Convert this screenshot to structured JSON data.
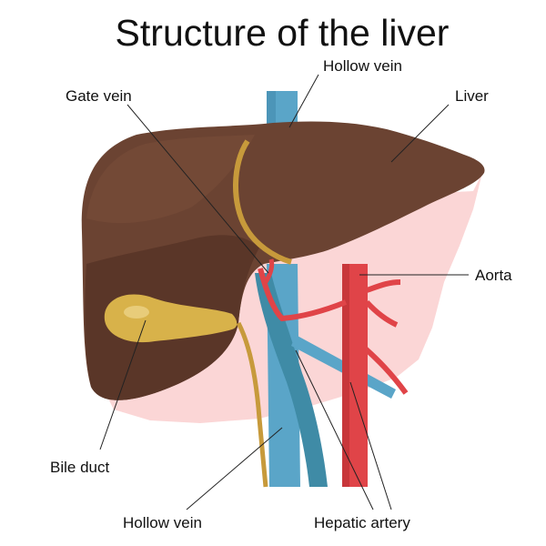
{
  "title": "Structure of the liver",
  "labels": {
    "hollow_vein_top": "Hollow vein",
    "gate_vein": "Gate vein",
    "liver": "Liver",
    "aorta": "Aorta",
    "bile_duct": "Bile duct",
    "hollow_vein_bottom": "Hollow vein",
    "hepatic_artery": "Hepatic artery"
  },
  "colors": {
    "liver_main": "#6b4332",
    "liver_dark": "#5a3628",
    "liver_light": "#7a4e3a",
    "pink_background": "#fbd6d6",
    "hollow_vein": "#5aa5c8",
    "gate_vein": "#3f8ba6",
    "aorta": "#e04448",
    "bile_duct": "#c79a3b",
    "gallbladder": "#d8b24a",
    "text": "#111111"
  }
}
